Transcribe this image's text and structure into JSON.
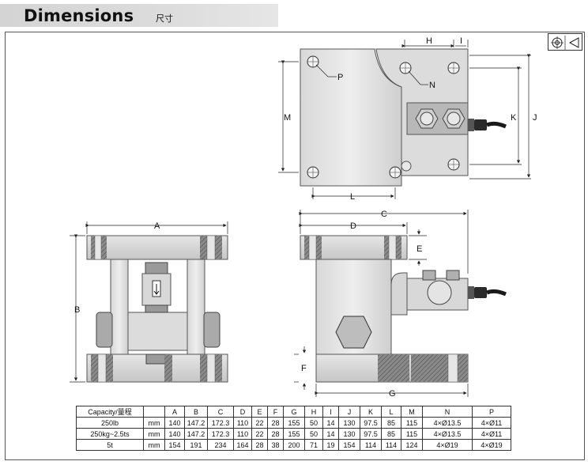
{
  "header": {
    "title": "Dimensions",
    "subtitle": "尺寸"
  },
  "labels": {
    "A": "A",
    "B": "B",
    "C": "C",
    "D": "D",
    "E": "E",
    "F": "F",
    "G": "G",
    "H": "H",
    "I": "I",
    "J": "J",
    "K": "K",
    "L": "L",
    "M": "M",
    "N": "N",
    "P": "P"
  },
  "table": {
    "headers": [
      "Capacity/量程",
      "",
      "A",
      "B",
      "C",
      "D",
      "E",
      "F",
      "G",
      "H",
      "I",
      "J",
      "K",
      "L",
      "M",
      "N",
      "P"
    ],
    "rows": [
      [
        "250lb",
        "mm",
        "140",
        "147.2",
        "172.3",
        "110",
        "22",
        "28",
        "155",
        "50",
        "14",
        "130",
        "97.5",
        "85",
        "115",
        "4×Ø13.5",
        "4×Ø11"
      ],
      [
        "250kg~2.5ts",
        "mm",
        "140",
        "147.2",
        "172.3",
        "110",
        "22",
        "28",
        "155",
        "50",
        "14",
        "130",
        "97.5",
        "85",
        "115",
        "4×Ø13.5",
        "4×Ø11"
      ],
      [
        "5t",
        "mm",
        "154",
        "191",
        "234",
        "164",
        "28",
        "38",
        "200",
        "71",
        "19",
        "154",
        "114",
        "114",
        "124",
        "4×Ø19",
        "4×Ø19"
      ]
    ]
  }
}
